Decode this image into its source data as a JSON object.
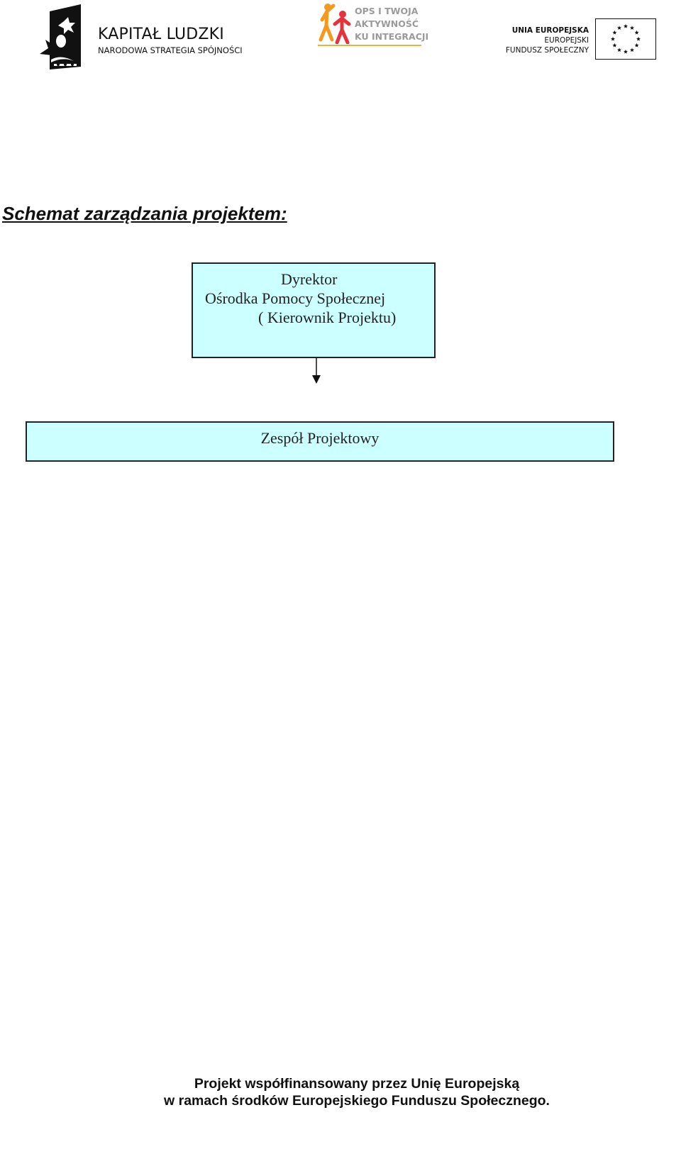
{
  "header": {
    "kapital_ludzki": {
      "title": "KAPITAŁ LUDZKI",
      "subtitle": "NARODOWA STRATEGIA SPÓJNOŚCI"
    },
    "ops_logo": {
      "line1": "OPS I TWOJA",
      "line2": "AKTYWNOŚĆ",
      "line3": "KU INTEGRACJI"
    },
    "eu_logo": {
      "line1": "UNIA EUROPEJSKA",
      "line2": "EUROPEJSKI",
      "line3": "FUNDUSZ SPOŁECZNY"
    }
  },
  "document": {
    "heading": "Schemat zarządzania projektem:"
  },
  "org_chart": {
    "director_box": {
      "line1": "Dyrektor",
      "line2": "Ośrodka Pomocy Społecznej",
      "line3": "( Kierownik Projektu)"
    },
    "team_box": {
      "line1": "Zespół Projektowy"
    }
  },
  "footer": {
    "line1": "Projekt współfinansowany przez Unię Europejską",
    "line2": "w ramach środków Europejskiego Funduszu Społecznego."
  },
  "colors": {
    "box_fill": "#ccffff",
    "box_border": "#222222",
    "ops_accent": "#f2b03a",
    "ops_figure_orange": "#f39a1e",
    "ops_figure_red": "#e5323b"
  }
}
